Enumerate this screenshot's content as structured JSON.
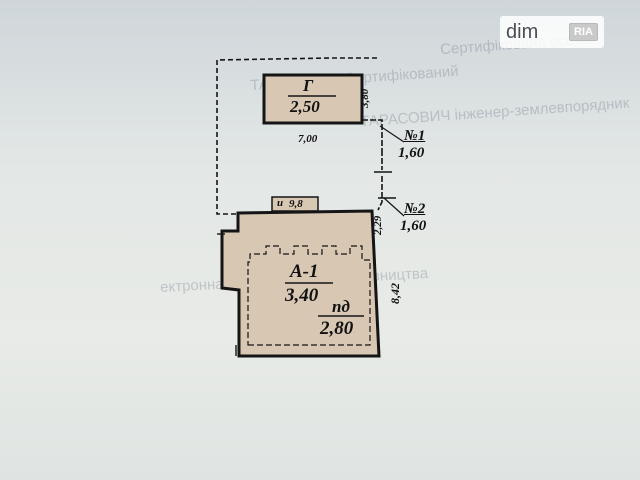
{
  "watermark": {
    "brand": "dim",
    "badge": "RIA"
  },
  "background_text": [
    "Сертифікована особа",
    "ТАРАСОВИЧ Сертифікований",
    "ТАРАСОВИЧ інженер-землевпорядник",
    "ектронна система у сфері будівництва"
  ],
  "buildings": {
    "garage": {
      "letter": "Г",
      "height": "2,50",
      "width_dim": "7,00",
      "side_dim": "3,80"
    },
    "house": {
      "letter": "А-1",
      "height": "3,40",
      "basement_label": "пд",
      "basement_height": "2,80",
      "side_dim": "8,42",
      "porch_label": "и",
      "porch_dim": "9,8",
      "small_dim": "2,29"
    }
  },
  "fences": [
    {
      "number": "№1",
      "value": "1,60"
    },
    {
      "number": "№2",
      "value": "1,60"
    }
  ],
  "colors": {
    "fill": "#d8c7b3",
    "line": "#151515",
    "paper": "#e6e9e6"
  }
}
